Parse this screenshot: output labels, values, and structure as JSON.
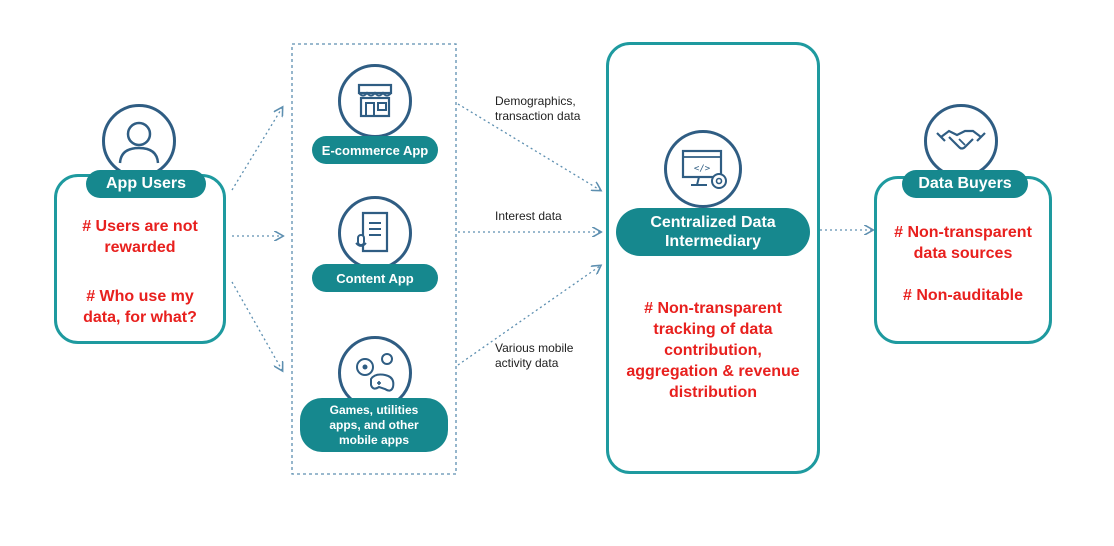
{
  "app_users": {
    "title": "App Users",
    "note1_line1": "# Users are not",
    "note1_line2": "rewarded",
    "note2_line1": "# Who use my",
    "note2_line2": "data, for what?"
  },
  "apps": {
    "ecommerce": "E-commerce App",
    "content": "Content App",
    "games_line1": "Games, utilities",
    "games_line2": "apps, and other",
    "games_line3": "mobile apps"
  },
  "flows": {
    "demographics_line1": "Demographics,",
    "demographics_line2": "transaction data",
    "interest": "Interest data",
    "various_line1": "Various mobile",
    "various_line2": "activity data"
  },
  "intermediary": {
    "title_line1": "Centralized Data",
    "title_line2": "Intermediary",
    "note_line1": "# Non-transparent",
    "note_line2": "tracking of data",
    "note_line3": "contribution,",
    "note_line4": "aggregation & revenue",
    "note_line5": "distribution"
  },
  "data_buyers": {
    "title": "Data Buyers",
    "note1_line1": "# Non-transparent",
    "note1_line2": "data sources",
    "note2": "# Non-auditable"
  },
  "colors": {
    "teal": "#16888e",
    "border_teal": "#1e9a9f",
    "red": "#e8201e",
    "icon_blue": "#2f5d83",
    "arrow": "#5d8fb0"
  },
  "icons": [
    "user-icon",
    "store-icon",
    "document-icon",
    "game-icon",
    "computer-icon",
    "handshake-icon"
  ]
}
